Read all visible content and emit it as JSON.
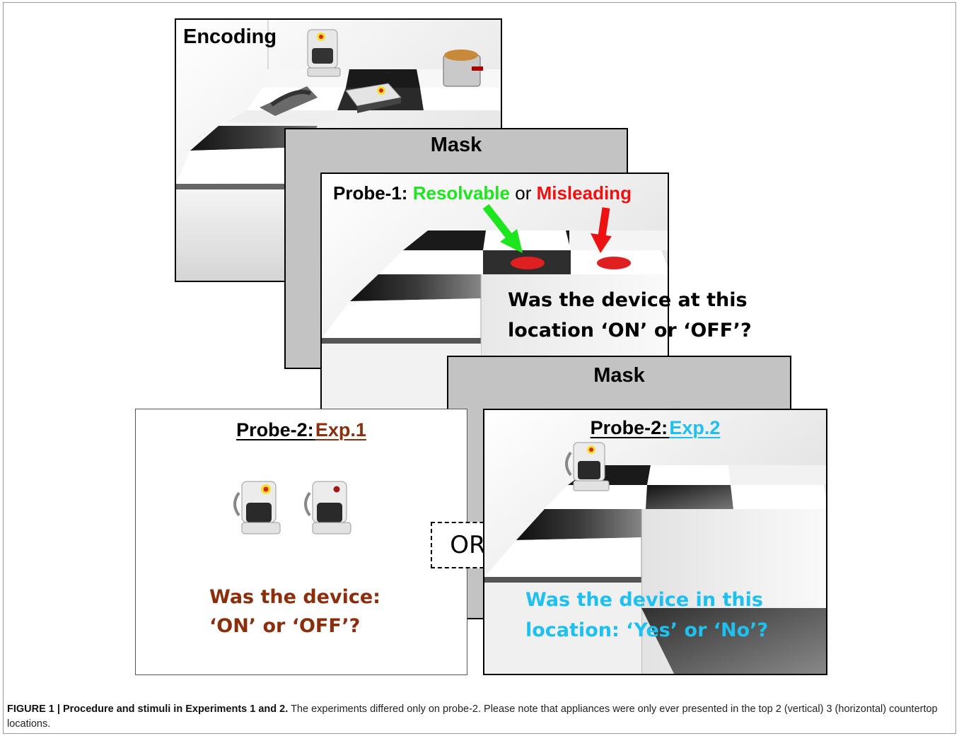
{
  "figure": {
    "encoding": {
      "title": "Encoding"
    },
    "mask1": {
      "title": "Mask"
    },
    "probe1": {
      "prefix": "Probe-1:",
      "resolvable": "Resolvable",
      "or": "or",
      "misleading": "Misleading",
      "question_line1": "Was the device at this",
      "question_line2": "location ‘ON’ or ‘OFF’?"
    },
    "mask2": {
      "title": "Mask"
    },
    "probe2_exp1": {
      "prefix": "Probe-2:",
      "exp": "Exp.1",
      "question_line1": "Was the device:",
      "question_line2": "‘ON’ or ‘OFF’?"
    },
    "or_box": "OR",
    "probe2_exp2": {
      "prefix": "Probe-2:",
      "exp": "Exp.2",
      "question_line1": "Was the device in this",
      "question_line2": "location: ‘Yes’ or ‘No’?"
    },
    "colors": {
      "green": "#1ee61e",
      "red": "#ee1111",
      "brown": "#8b2e0c",
      "cyan": "#1ec0f0",
      "mask_gray": "#c3c3c3"
    }
  },
  "caption": {
    "label": "FIGURE 1 | Procedure and stimuli in Experiments 1 and 2.",
    "text": "The experiments differed only on probe-2. Please note that appliances were only ever presented in the top 2 (vertical)    3 (horizontal) countertop locations."
  }
}
